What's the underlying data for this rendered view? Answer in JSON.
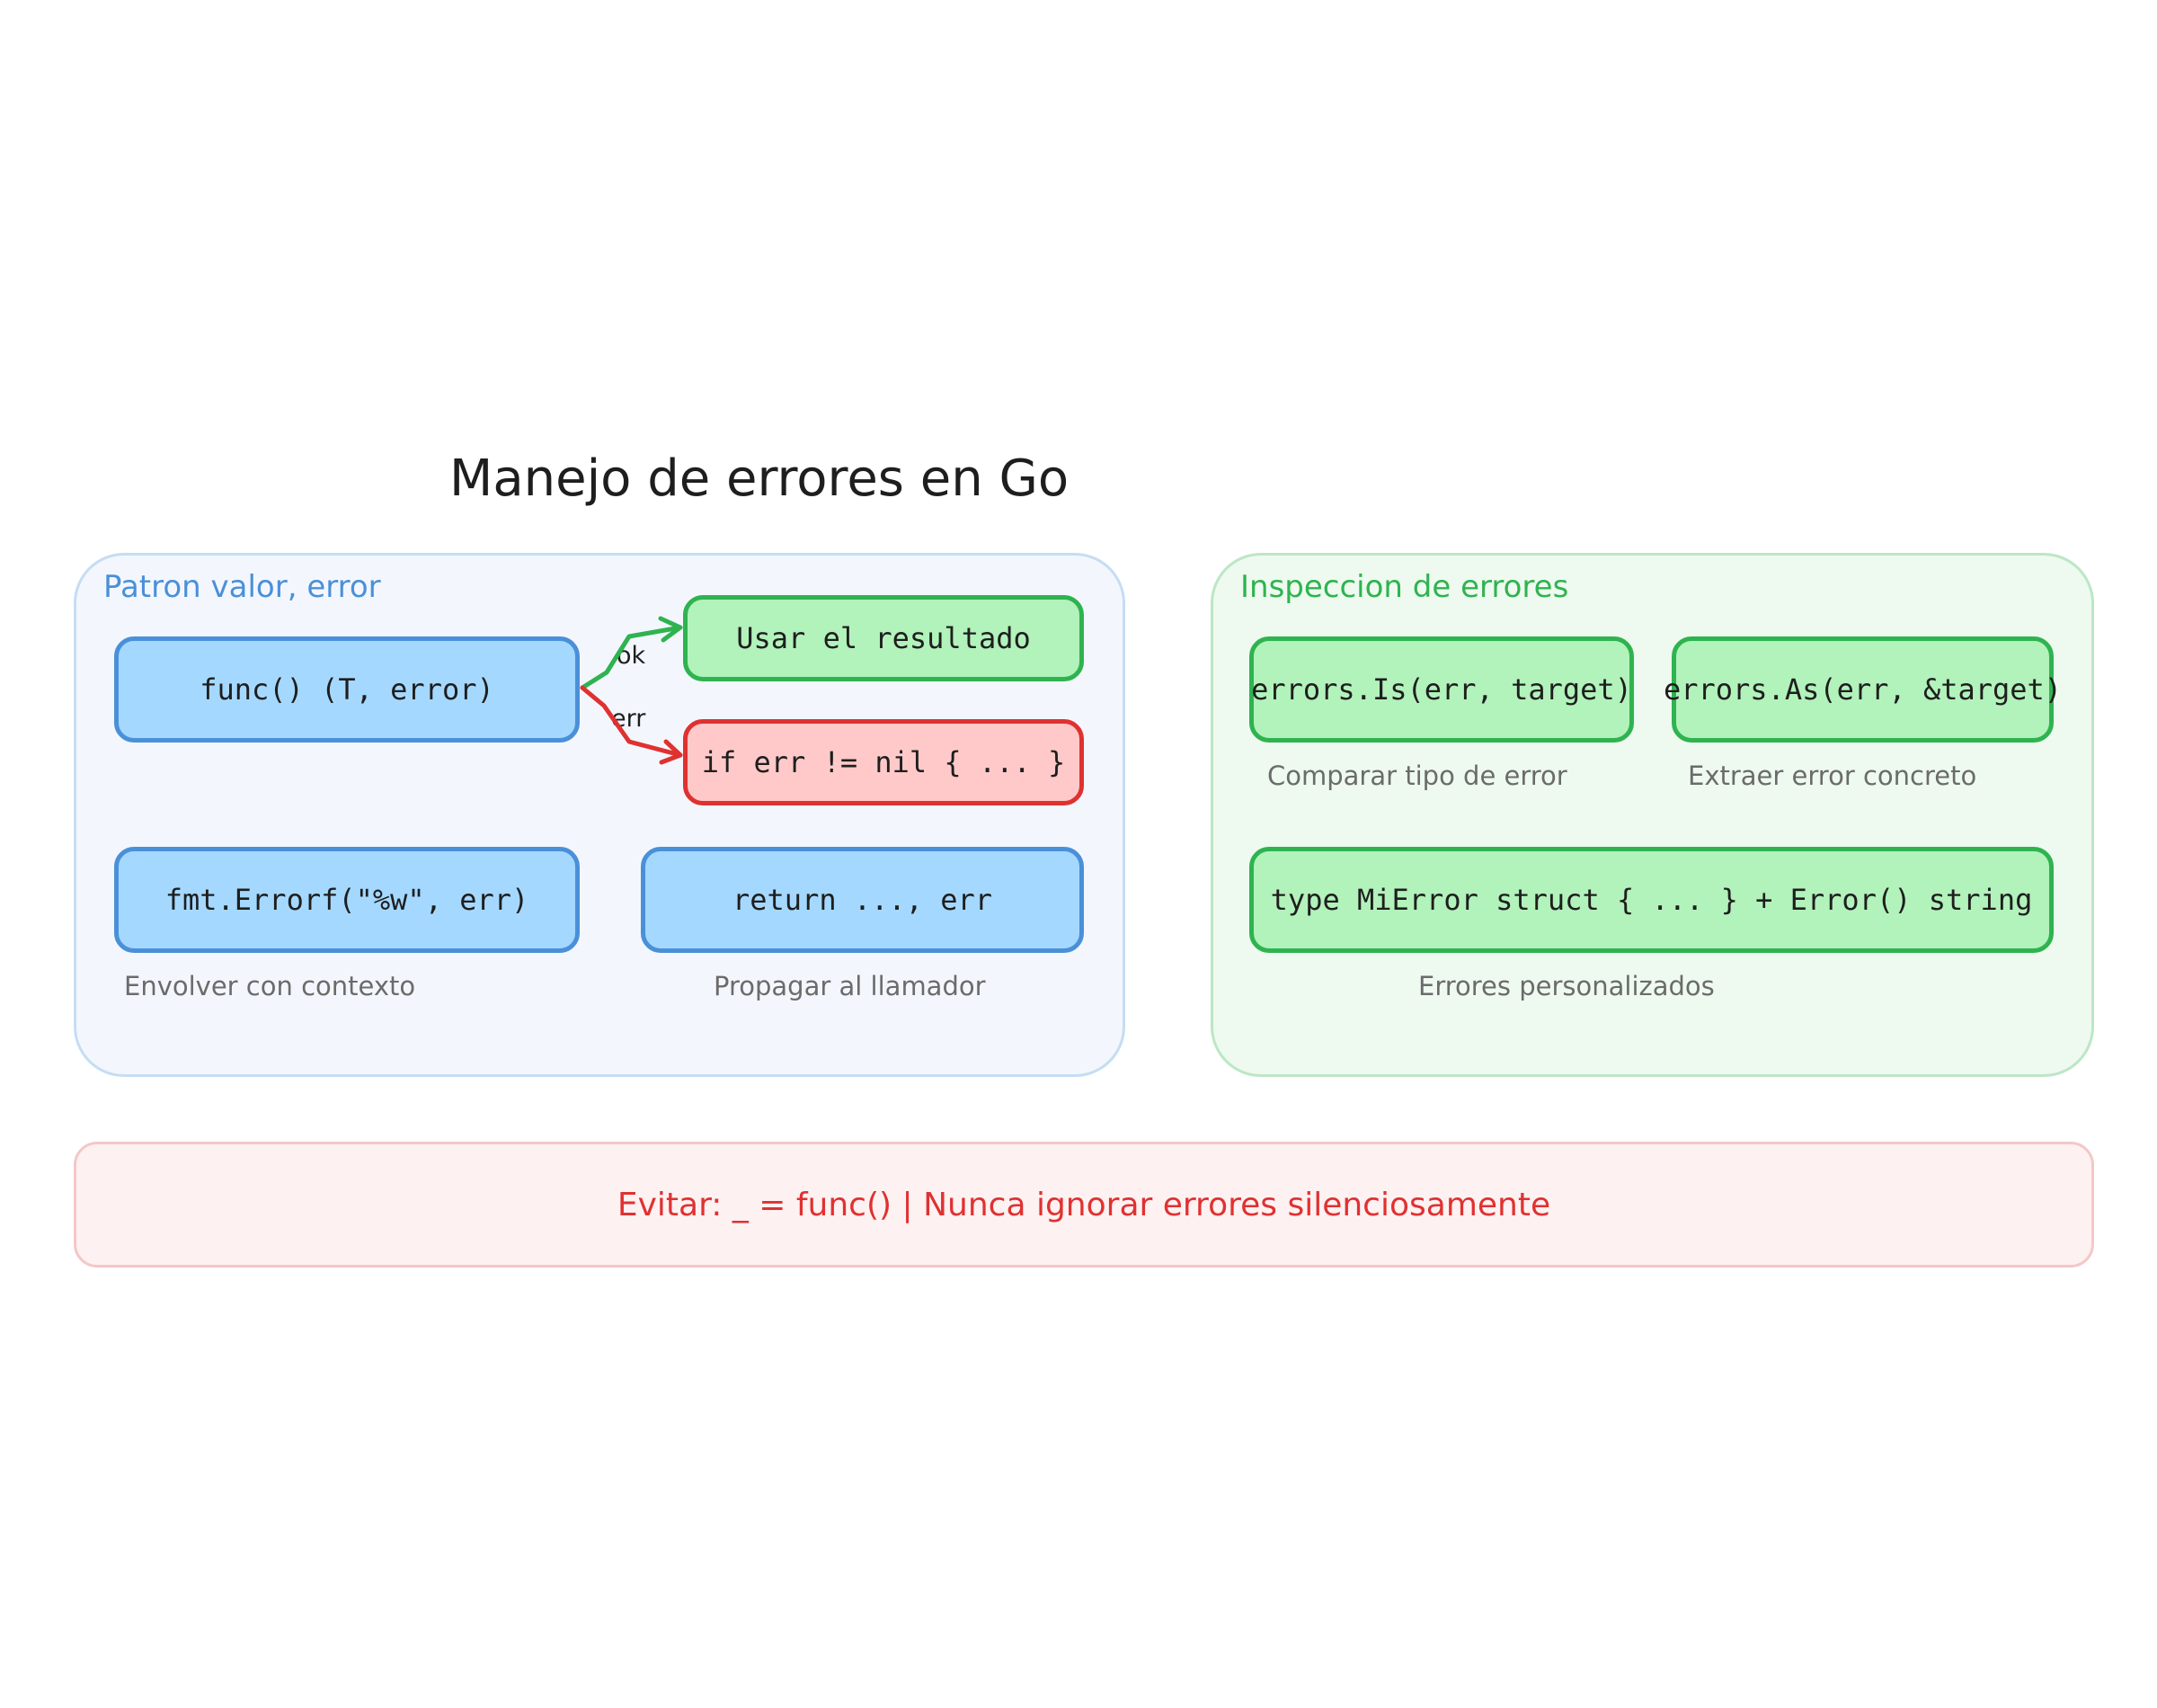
{
  "title": "Manejo de errores en Go",
  "pattern_panel": {
    "title": "Patron valor, error",
    "source_node": "func() (T, error)",
    "ok_node": "Usar el resultado",
    "err_node": "if err != nil { ... }",
    "ok_label": "ok",
    "err_label": "err",
    "wrap_node": "fmt.Errorf(\"%w\", err)",
    "wrap_caption": "Envolver con contexto",
    "return_node": "return ..., err",
    "return_caption": "Propagar al llamador"
  },
  "inspection_panel": {
    "title": "Inspeccion de errores",
    "is_node": "errors.Is(err, target)",
    "is_caption": "Comparar tipo de error",
    "as_node": "errors.As(err, &target)",
    "as_caption": "Extraer error concreto",
    "custom_node": "type MiError struct { ... } + Error() string",
    "custom_caption": "Errores personalizados"
  },
  "warning": "Evitar: _ = func()  |  Nunca ignorar errores silenciosamente",
  "colors": {
    "blue": "#4a90d9",
    "blue_fill": "#a5d8ff",
    "green": "#2fb350",
    "green_fill": "#b2f2bb",
    "red": "#e03131",
    "red_fill": "#ffc9c9"
  }
}
